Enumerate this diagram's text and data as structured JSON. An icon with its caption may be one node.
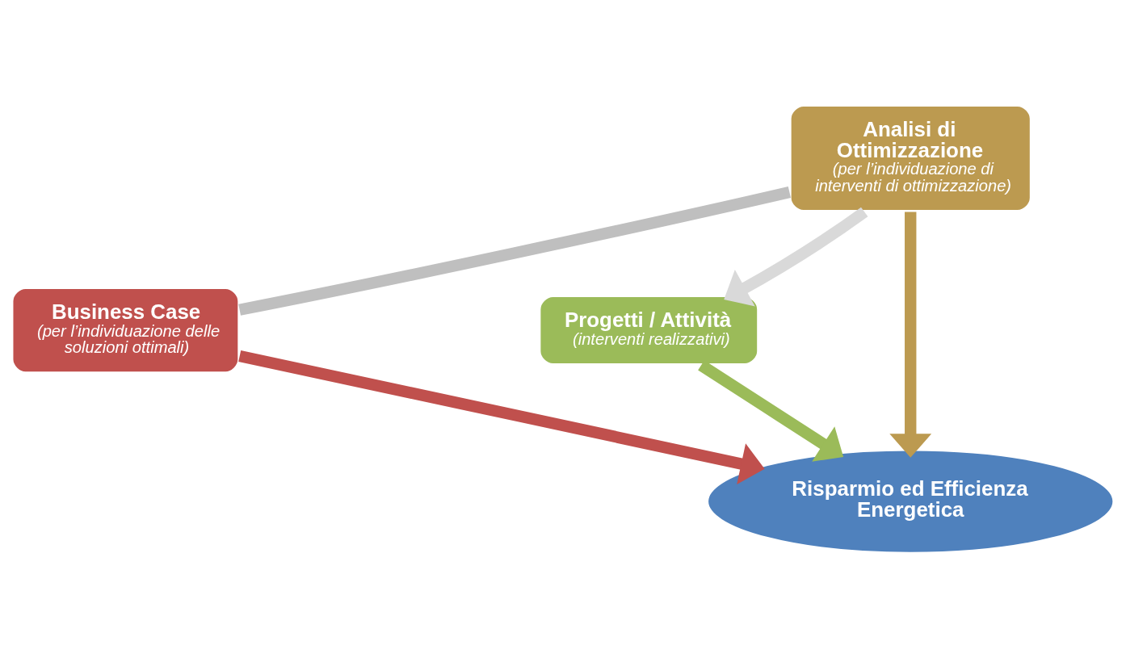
{
  "diagram": {
    "nodes": [
      {
        "text": [
          "Analisi di Ottimizzazione",
          "(per l’individuazione di interventi di ottimizzazione)"
        ]
      },
      {
        "text": [
          "Business Case",
          "(per l’individuazione delle soluzioni ottimali)"
        ]
      },
      {
        "text": [
          "Progetti / Attività",
          "(interventi realizzativi)"
        ]
      },
      {
        "text": [
          "Risparmio ed Efficienza Energetica"
        ]
      }
    ],
    "edges": [
      {
        "from": 1,
        "to": 0,
        "arrow": "none",
        "color": "#bfbfbf"
      },
      {
        "from": 0,
        "to": 2,
        "arrow": "to",
        "color": "#d9d9d9"
      },
      {
        "from": 1,
        "to": 3,
        "arrow": "to",
        "color": "#c0504d"
      },
      {
        "from": 0,
        "to": 3,
        "arrow": "to",
        "color": "#bc9a50"
      },
      {
        "from": 2,
        "to": 3,
        "arrow": "to",
        "color": "#9bbb59"
      }
    ]
  }
}
